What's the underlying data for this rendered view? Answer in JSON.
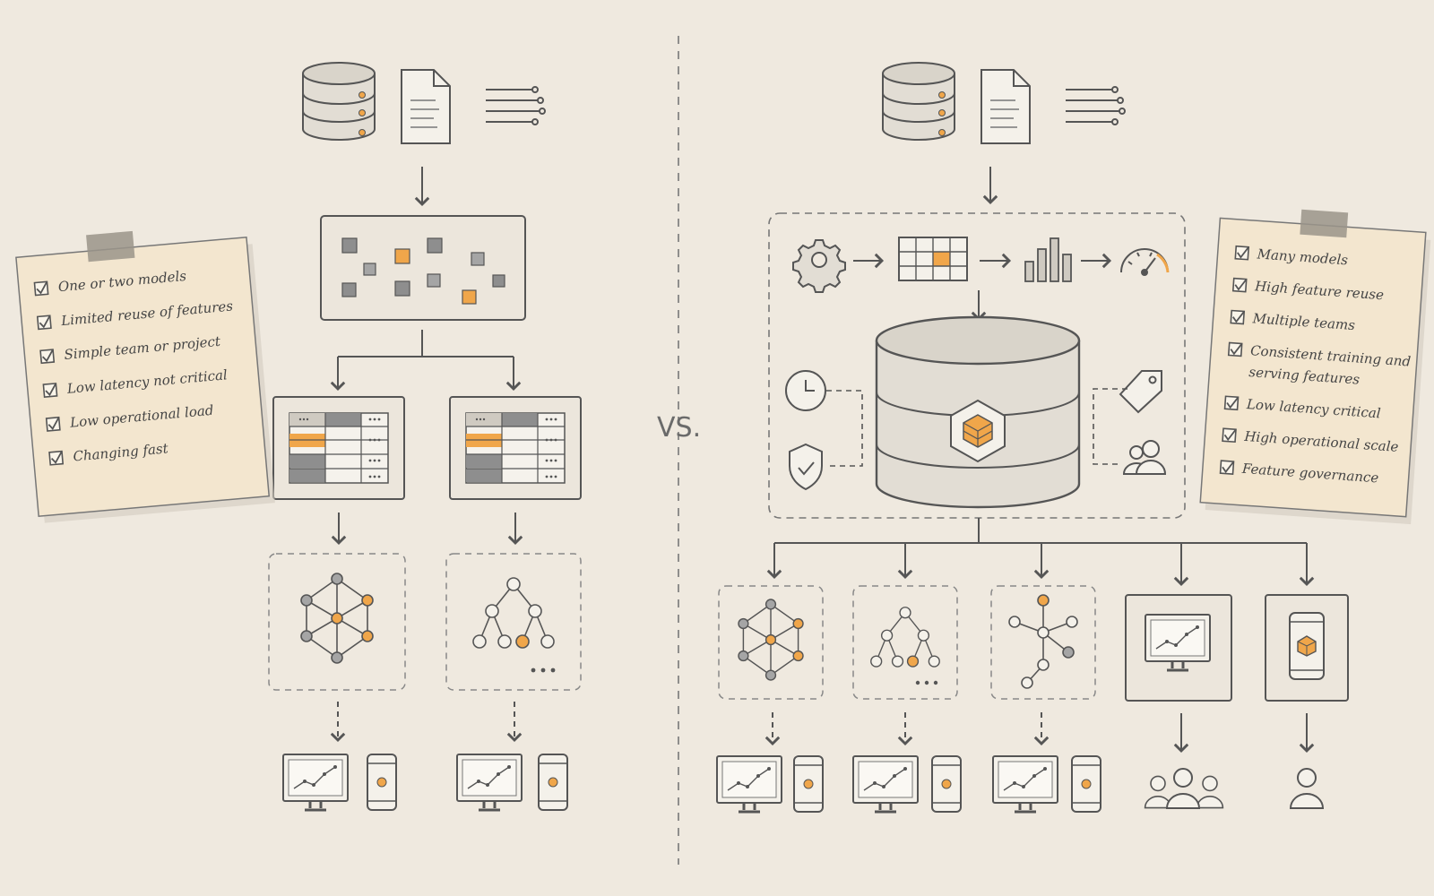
{
  "separator_label": "VS.",
  "left_note": {
    "items": [
      "One or two models",
      "Limited reuse of features",
      "Simple team or project",
      "Low latency not critical",
      "Low operational load",
      "Changing fast"
    ]
  },
  "right_note": {
    "items": [
      "Many models",
      "High feature reuse",
      "Multiple teams",
      "Consistent training and",
      "serving features",
      "Low latency critical",
      "High operational scale",
      "Feature governance"
    ]
  },
  "colors": {
    "accent": "#f0a64a",
    "ink": "#555555",
    "paper": "#efe9df",
    "note": "#f3e6cf",
    "tape": "#9a948a"
  }
}
